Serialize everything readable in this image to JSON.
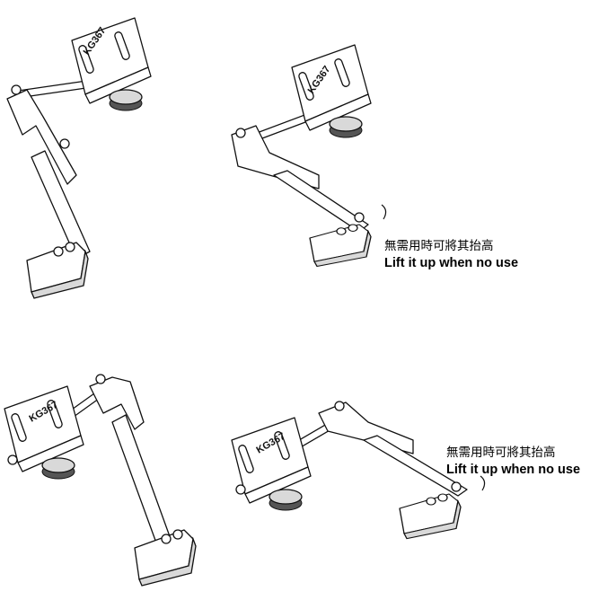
{
  "figures": [
    {
      "model_label": "KG367"
    },
    {
      "model_label": "KG367",
      "caption_zh": "無需用時可將其抬高",
      "caption_en": "Lift it up when no use"
    },
    {
      "model_label": "KG367"
    },
    {
      "model_label": "KG367",
      "caption_zh": "無需用時可將其抬高",
      "caption_en": "Lift it up when no use"
    }
  ]
}
